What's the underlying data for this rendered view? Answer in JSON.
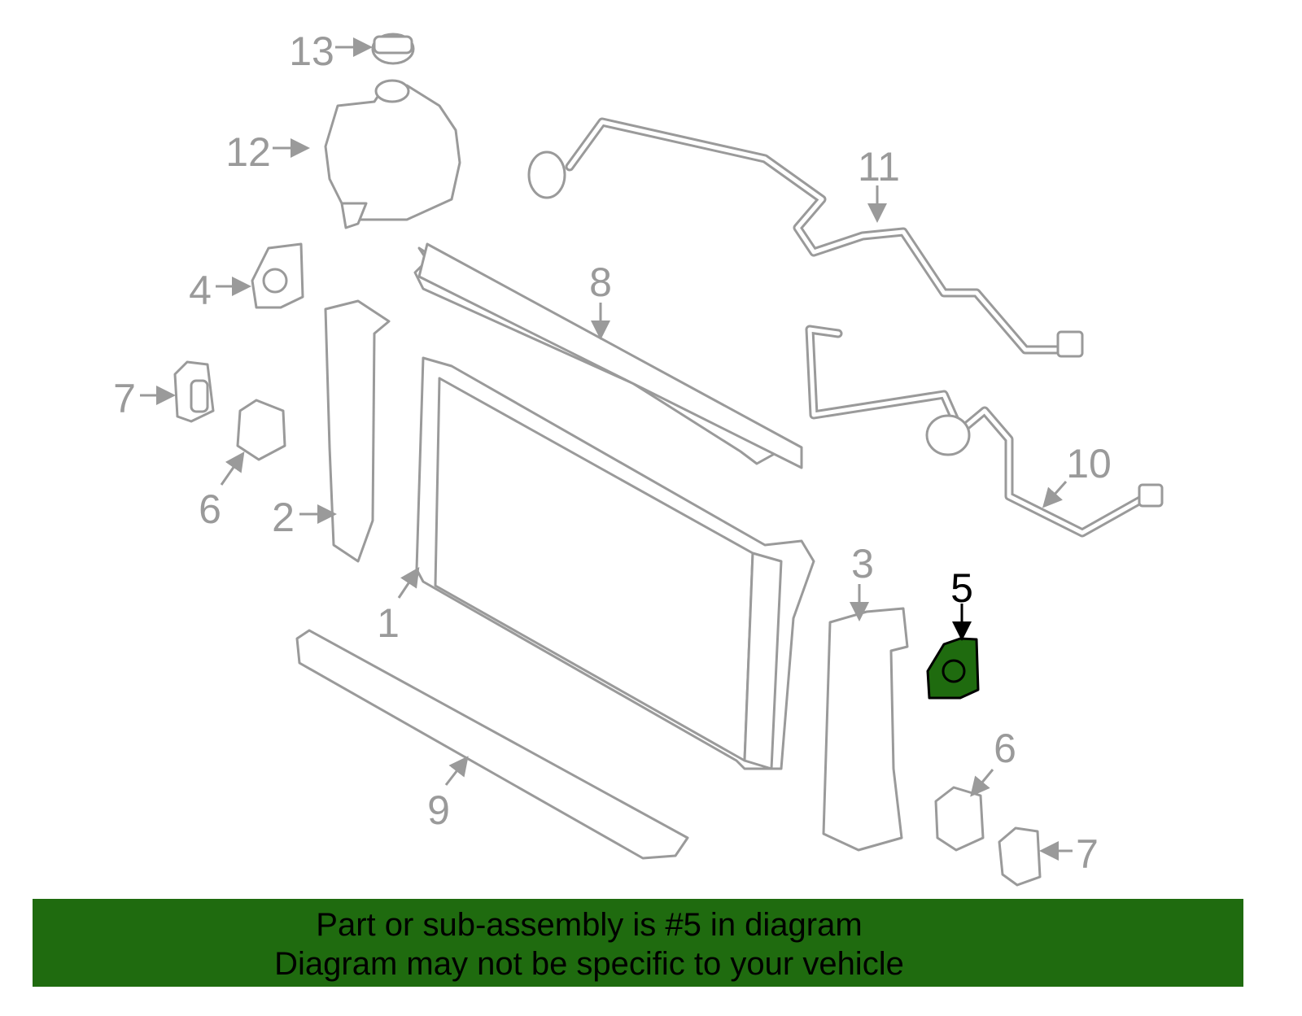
{
  "diagram": {
    "highlight_color": "#1f6b0f",
    "highlighted_part": "5",
    "labels": {
      "p13": "13",
      "p12": "12",
      "p11": "11",
      "p8": "8",
      "p4": "4",
      "p7a": "7",
      "p6a": "6",
      "p2": "2",
      "p10": "10",
      "p3": "3",
      "p5": "5",
      "p1": "1",
      "p6b": "6",
      "p9": "9",
      "p7b": "7"
    }
  },
  "banner": {
    "line1": "Part or sub-assembly is #5 in diagram",
    "line2": "Diagram may not be specific to your vehicle"
  }
}
